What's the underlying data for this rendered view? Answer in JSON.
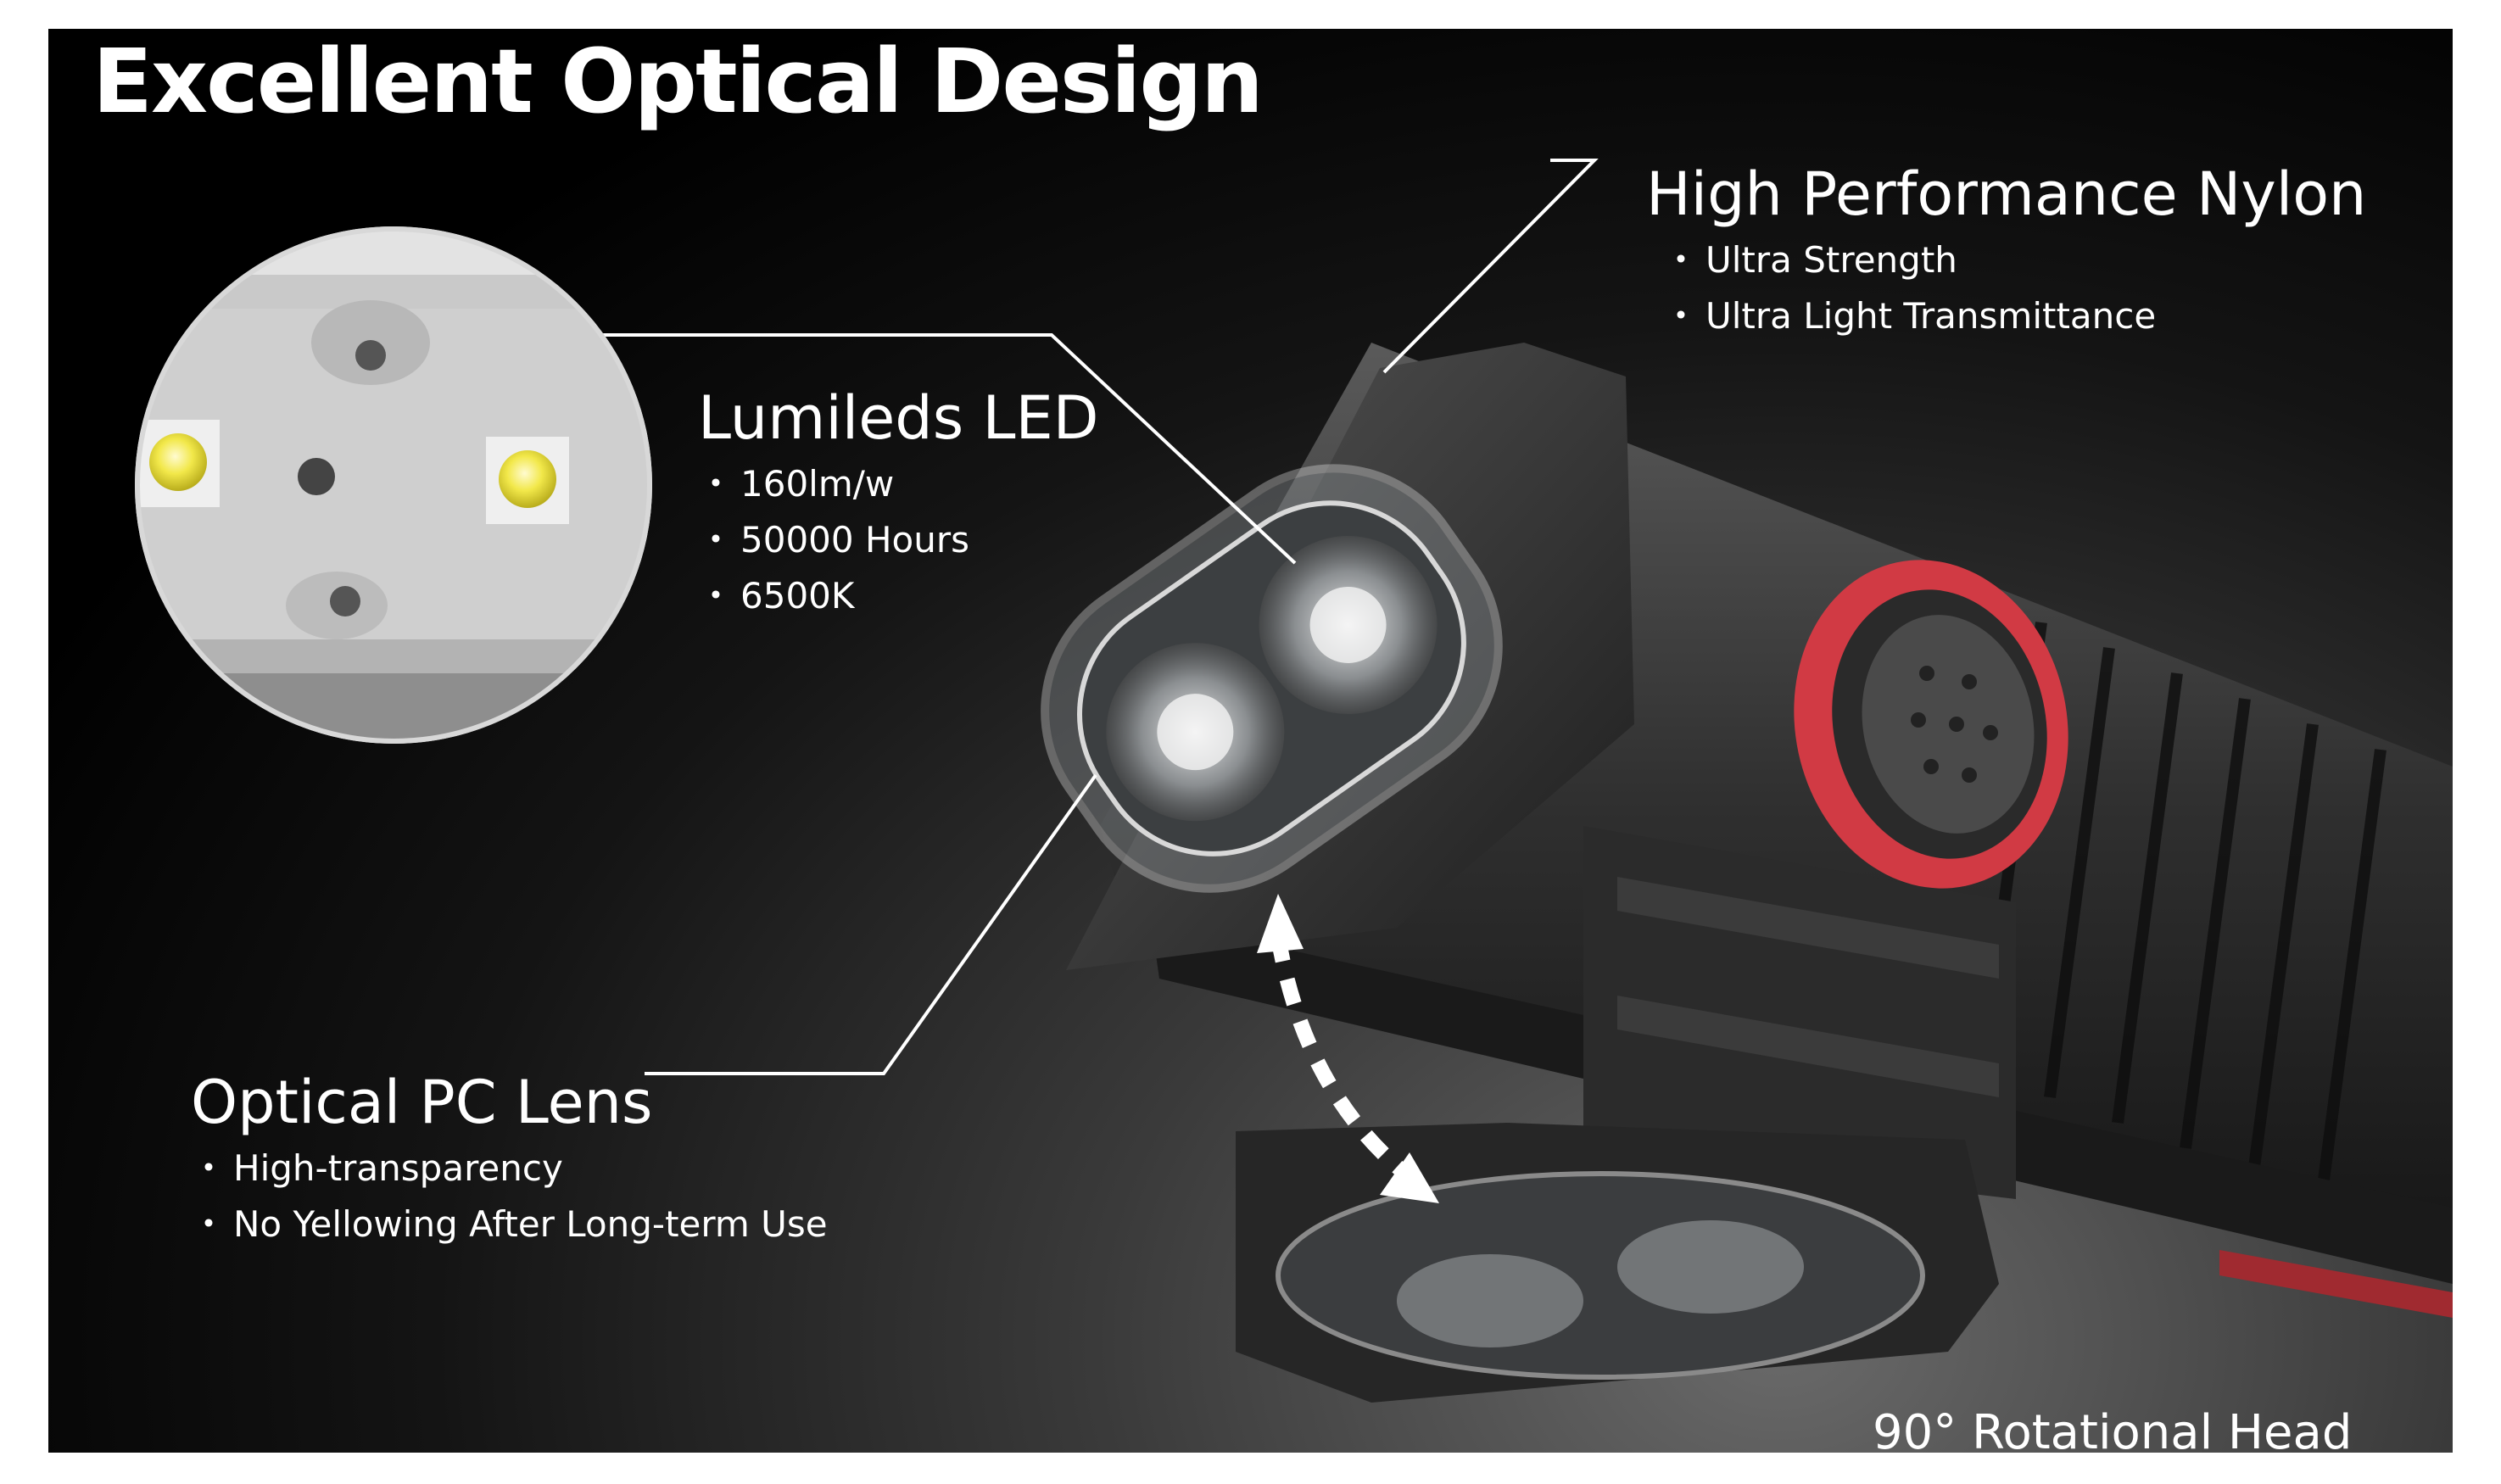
{
  "title": "Excellent Optical Design",
  "callouts": {
    "lumileds": {
      "heading": "Lumileds LED",
      "bullets": [
        "160lm/w",
        "50000 Hours",
        "6500K"
      ]
    },
    "nylon": {
      "heading": "High Performance Nylon",
      "bullets": [
        "Ultra Strength",
        "Ultra Light Transmittance"
      ]
    },
    "lens": {
      "heading": "Optical PC Lens",
      "bullets": [
        "High-transparency",
        "No Yellowing After Long-term Use"
      ]
    }
  },
  "rotation_label": "90° Rotational Head",
  "bullet_glyph": "・",
  "colors": {
    "background": "#000000",
    "text": "#ffffff",
    "accent_red": "#e0404a",
    "body_gray": "#3a3a3a"
  },
  "icons": [
    "led-chip-icon",
    "rotation-arrow-icon",
    "power-button-icon"
  ]
}
